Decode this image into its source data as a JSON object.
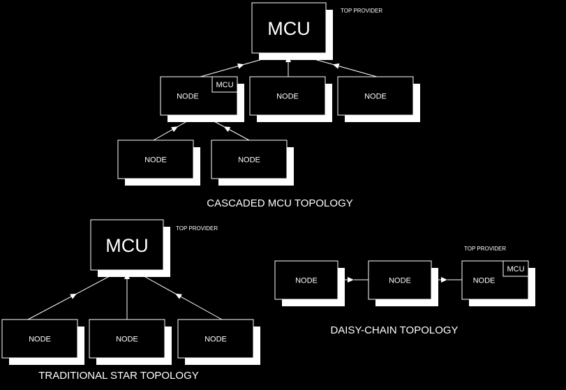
{
  "labels": {
    "mcu": "MCU",
    "node": "NODE",
    "top_provider": "TOP PROVIDER"
  },
  "titles": {
    "cascaded": "CASCADED MCU TOPOLOGY",
    "star": "TRADITIONAL STAR TOPOLOGY",
    "daisy": "DAISY-CHAIN TOPOLOGY"
  },
  "colors": {
    "background": "#000000",
    "foreground": "#ffffff"
  }
}
